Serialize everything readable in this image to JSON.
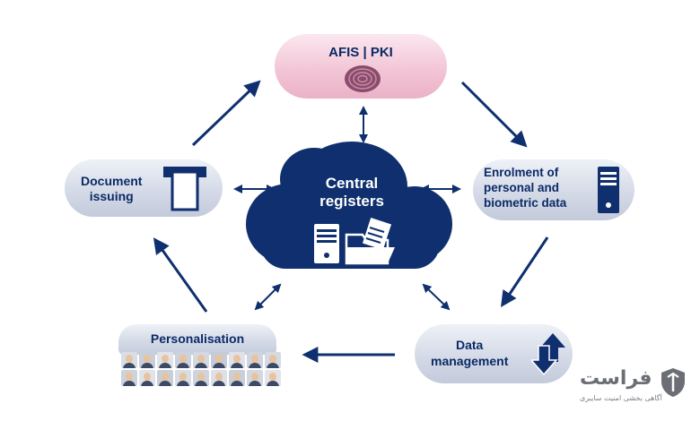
{
  "nodes": {
    "afis": "AFIS | PKI",
    "enrolment_l1": "Enrolment of",
    "enrolment_l2": "personal and",
    "enrolment_l3": "biometric data",
    "data_mgmt_l1": "Data",
    "data_mgmt_l2": "management",
    "personalisation": "Personalisation",
    "doc_l1": "Document",
    "doc_l2": "issuing",
    "central_l1": "Central",
    "central_l2": "registers"
  },
  "watermark": {
    "name": "فراست",
    "tagline": "آگاهی بخشی امنیت سایبری"
  },
  "colors": {
    "navy": "#0b2a66",
    "cloud": "#0f2f6e",
    "grey_node": "#d4dae7",
    "pink_node": "#f2c3d4"
  },
  "icons": [
    "fingerprint-icon",
    "server-icon",
    "updown-arrows-icon",
    "faces-grid",
    "document-slot-icon",
    "folder-icon"
  ]
}
